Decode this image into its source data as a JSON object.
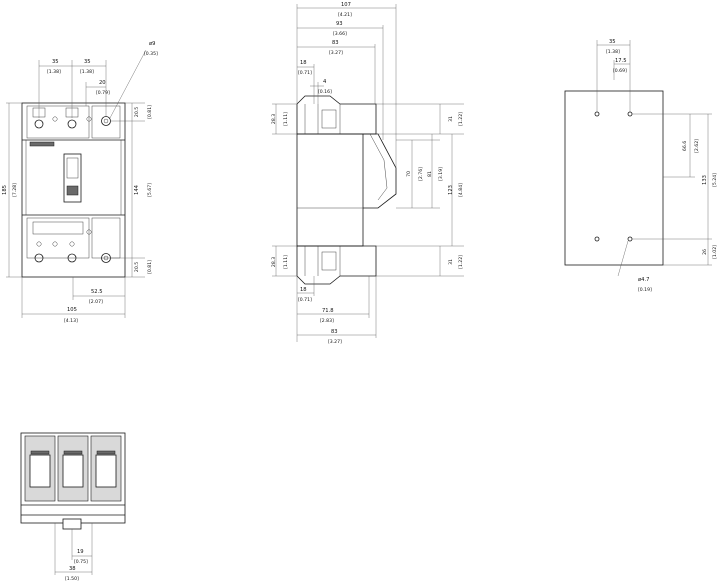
{
  "front_view": {
    "pitch_left_mm": "35",
    "pitch_left_in": "[1.38]",
    "pitch_right_mm": "35",
    "pitch_right_in": "[1.38]",
    "offset_mm": "20",
    "offset_in": "[0.79]",
    "hole_mm": "ø9",
    "hole_in": "[0.35]",
    "top_term_mm": "20.5",
    "top_term_in": "[0.81]",
    "center_mm": "144",
    "center_in": "[5.67]",
    "bot_term_mm": "20.5",
    "bot_term_in": "[0.81]",
    "height_mm": "185",
    "height_in": "[7.28]",
    "half_width_mm": "52.5",
    "half_width_in": "[2.07]",
    "width_mm": "105",
    "width_in": "[4.13]"
  },
  "side_view": {
    "depth_mm": "107",
    "depth_in": "[4.21]",
    "d93_mm": "93",
    "d93_in": "[3.66]",
    "d83_mm": "83",
    "d83_in": "[3.27]",
    "d18_mm": "18",
    "d18_in": "[0.71]",
    "d4_mm": "4",
    "d4_in": "[0.16]",
    "top_h_mm": "28.3",
    "top_h_in": "[1.11]",
    "bot_h_mm": "28.3",
    "bot_h_in": "[1.11]",
    "r31_top_mm": "31",
    "r31_top_in": "[1.22]",
    "r70_mm": "70",
    "r70_in": "[2.76]",
    "r81_mm": "81",
    "r81_in": "[3.19]",
    "r123_mm": "123",
    "r123_in": "[4.84]",
    "r31_bot_mm": "31",
    "r31_bot_in": "[1.22]",
    "b18_mm": "18",
    "b18_in": "[0.71]",
    "b718_mm": "71.8",
    "b718_in": "[2.83]",
    "b83_mm": "83",
    "b83_in": "[3.27]"
  },
  "drill_pattern": {
    "d35_mm": "35",
    "d35_in": "[1.38]",
    "d175_mm": "17.5",
    "d175_in": "[0.69]",
    "d666_mm": "66.6",
    "d666_in": "[2.62]",
    "d133_mm": "133",
    "d133_in": "[5.24]",
    "d26_mm": "26",
    "d26_in": "[1.02]",
    "hole_mm": "ø4.7",
    "hole_in": "[0.19]"
  },
  "bottom_view": {
    "d19_mm": "19",
    "d19_in": "[0.75]",
    "d38_mm": "38",
    "d38_in": "[1.50]"
  }
}
